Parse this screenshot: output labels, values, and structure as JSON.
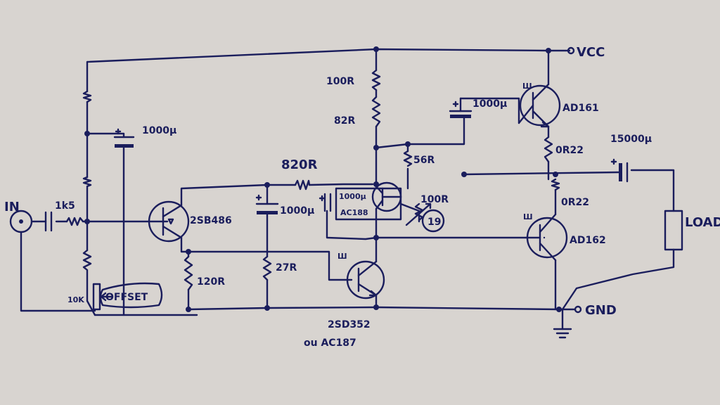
{
  "colors": {
    "paper": "#d8d4d0",
    "ink": "#1a1d5c"
  },
  "terminals": {
    "input": "IN",
    "supply": "VCC",
    "ground": "GND"
  },
  "resistors": {
    "input_series": "1k5",
    "r100_top": "100R",
    "r82": "82R",
    "r820": "820R",
    "r56": "56R",
    "r100_trim": "100R",
    "r120": "120R",
    "r27": "27R",
    "emitter_top": "0R22",
    "emitter_bottom": "0R22",
    "offset_pot": "10K"
  },
  "capacitors": {
    "bias_decoupling": "1000µ",
    "bootstrap": "1000µ",
    "driver_decoupling": "1000µ",
    "feedback": "1000µ",
    "output": "15000µ"
  },
  "transistors": {
    "input_stage": "2SB486",
    "driver": "2SD352",
    "driver_alt": "ou AC187",
    "bias": "AC188",
    "output_top": "AD161",
    "output_bottom": "AD162"
  },
  "notes": {
    "offset": "OFFSET",
    "bias_tag": "19",
    "heatsink_mark": "Ш"
  },
  "load": "LOAD"
}
